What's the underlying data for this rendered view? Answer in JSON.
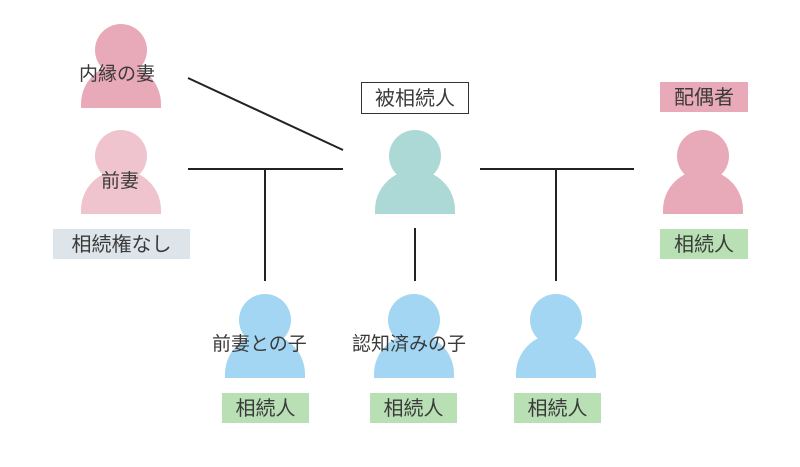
{
  "persons": {
    "common_law_wife": {
      "label": "内縁の妻",
      "color": "#e8a9b8"
    },
    "ex_wife": {
      "label": "前妻",
      "tag": "相続権なし",
      "color": "#f0c4ce"
    },
    "decedent": {
      "tag": "被相続人",
      "color": "#acd8d5"
    },
    "spouse": {
      "tag": "配偶者",
      "status": "相続人",
      "color": "#e8a9b8"
    },
    "child_ex_wife": {
      "label": "前妻との子",
      "status": "相続人",
      "color": "#a2d6f2"
    },
    "child_acknowledged": {
      "label": "認知済みの子",
      "status": "相続人",
      "color": "#a2d6f2"
    },
    "child_spouse": {
      "status": "相続人",
      "color": "#a2d6f2"
    }
  }
}
